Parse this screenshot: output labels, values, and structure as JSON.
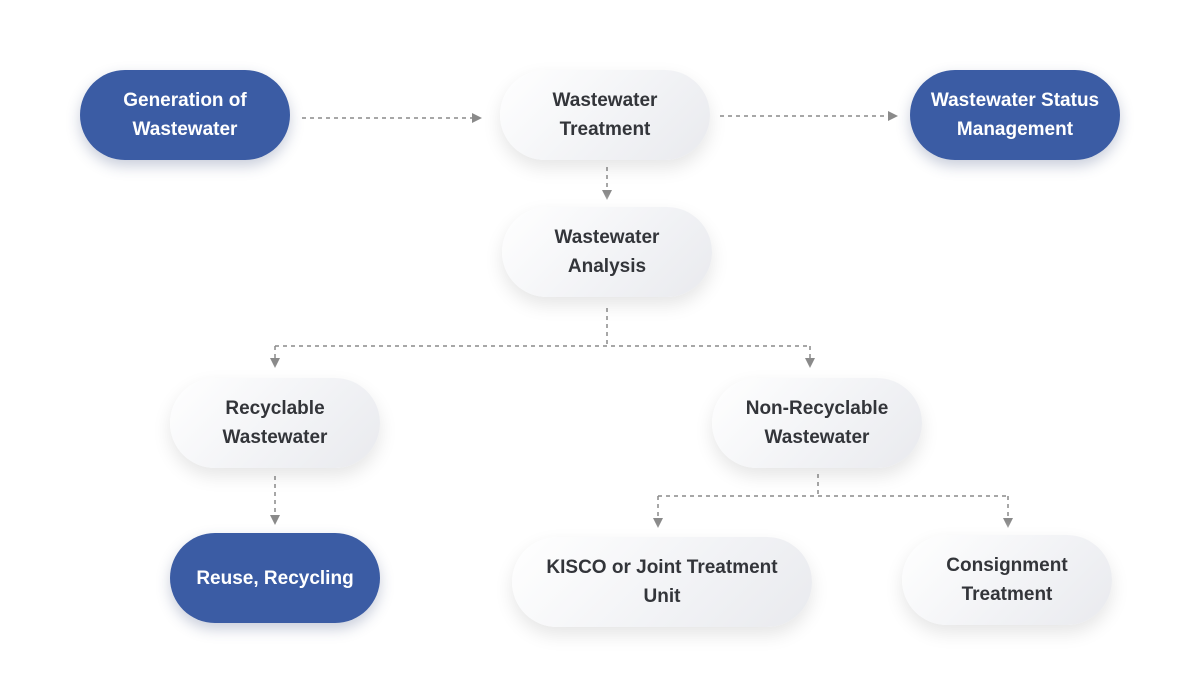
{
  "nodes": {
    "generation": {
      "label": "Generation of\nWastewater"
    },
    "treatment": {
      "label": "Wastewater\nTreatment"
    },
    "status_management": {
      "label": "Wastewater Status\nManagement"
    },
    "analysis": {
      "label": "Wastewater\nAnalysis"
    },
    "recyclable": {
      "label": "Recyclable\nWastewater"
    },
    "non_recyclable": {
      "label": "Non-Recyclable\nWastewater"
    },
    "reuse": {
      "label": "Reuse, Recycling"
    },
    "kisco": {
      "label": "KISCO or Joint Treatment Unit"
    },
    "consignment": {
      "label": "Consignment\nTreatment"
    }
  },
  "edges": [
    {
      "from": "generation",
      "to": "treatment",
      "style": "dashed"
    },
    {
      "from": "treatment",
      "to": "status_management",
      "style": "dashed"
    },
    {
      "from": "treatment",
      "to": "analysis",
      "style": "dashed"
    },
    {
      "from": "analysis",
      "to": "recyclable",
      "style": "dashed"
    },
    {
      "from": "analysis",
      "to": "non_recyclable",
      "style": "dashed"
    },
    {
      "from": "recyclable",
      "to": "reuse",
      "style": "dashed"
    },
    {
      "from": "non_recyclable",
      "to": "kisco",
      "style": "dashed"
    },
    {
      "from": "non_recyclable",
      "to": "consignment",
      "style": "dashed"
    }
  ],
  "colors": {
    "primary_node": "#3b5ca4",
    "secondary_node": "#f1f2f5",
    "connector": "#8a8a8a",
    "dark_text": "#33353a",
    "light_text": "#ffffff"
  }
}
